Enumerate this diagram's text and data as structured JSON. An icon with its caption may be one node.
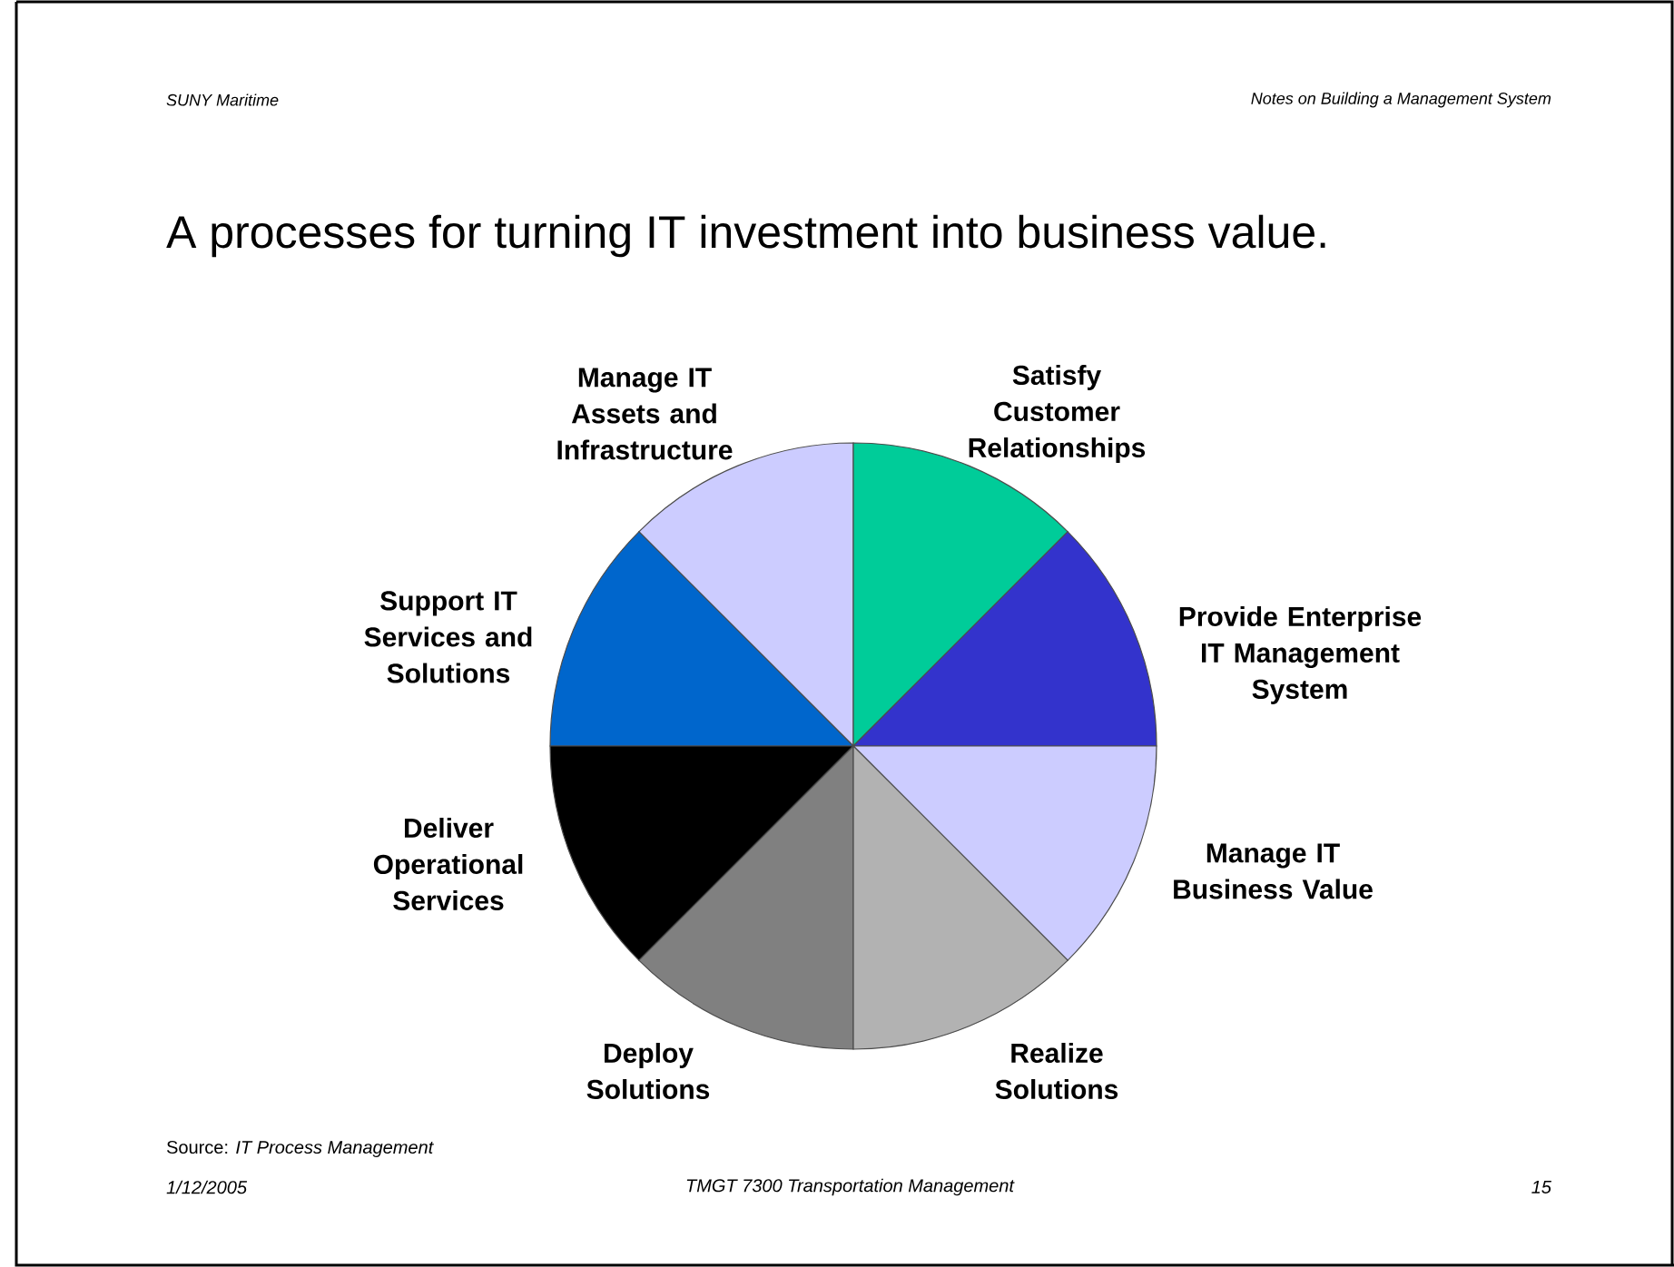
{
  "diagram": {
    "title": "A processes for turning IT investment into business value.",
    "nodes": [
      {
        "text": [
          "Manage IT Assets and Infrastructure"
        ]
      },
      {
        "text": [
          "Satisfy Customer Relationships"
        ]
      },
      {
        "text": [
          "Support IT Services and Solutions"
        ]
      },
      {
        "text": [
          "Provide Enterprise IT Management System"
        ]
      },
      {
        "text": [
          "Deliver Operational Services"
        ]
      },
      {
        "text": [
          "Manage IT Business Value"
        ]
      },
      {
        "text": [
          "Deploy Solutions"
        ]
      },
      {
        "text": [
          "Realize Solutions"
        ]
      }
    ],
    "labels": [
      "SUNY Maritime",
      "Notes on Building a Management System",
      "Source:  *IT Process Management*",
      "1/12/2005",
      "TMGT 7300 Transportation Management",
      "15"
    ]
  }
}
